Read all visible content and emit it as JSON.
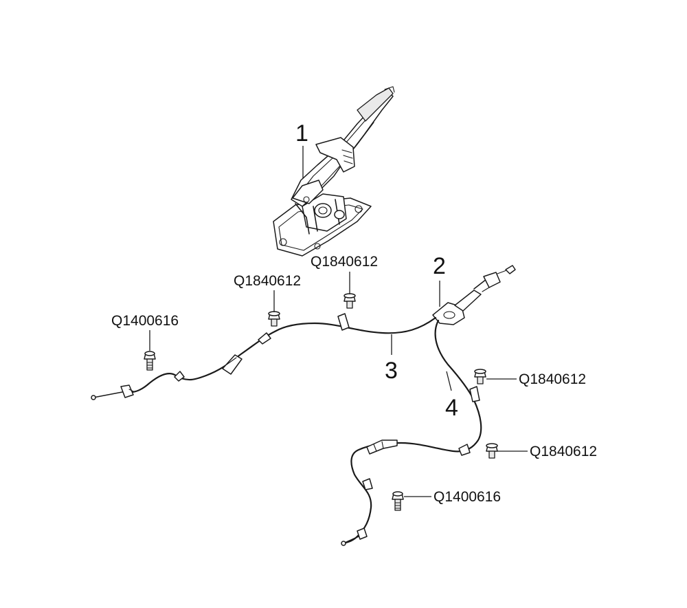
{
  "callouts": {
    "c1": "1",
    "c2": "2",
    "c3": "3",
    "c4": "4"
  },
  "fasteners": {
    "f_top_center": "Q1840612",
    "f_top_left": "Q1840612",
    "f_left": "Q1400616",
    "f_right_upper": "Q1840612",
    "f_right_middle": "Q1840612",
    "f_bottom": "Q1400616"
  }
}
